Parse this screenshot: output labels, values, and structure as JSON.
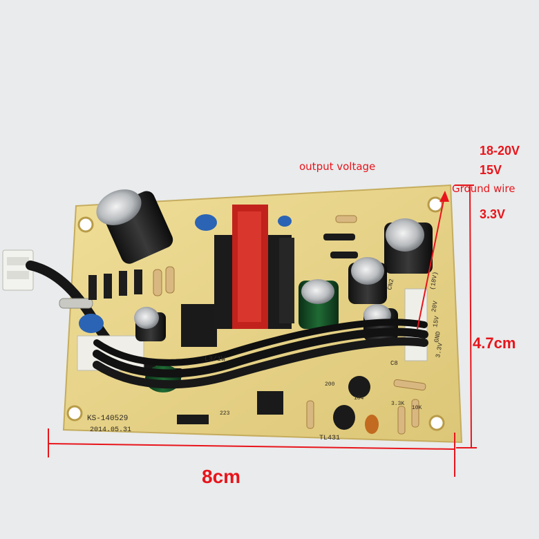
{
  "annotations": {
    "output_voltage": "output voltage",
    "v_18_20": "18-20V",
    "v_15": "15V",
    "ground_wire": "Ground wire",
    "v_3_3": "3.3V",
    "width": "8cm",
    "height": "4.7cm"
  },
  "board_silkscreen": {
    "model": "KS-140529",
    "date": "2014.05.31",
    "transformer": "L3/1W",
    "regulator": "TL431",
    "connector_name": "CN2",
    "connector_pins": [
      "(18V)",
      "20V",
      "15V",
      "GND",
      "3.3V"
    ],
    "cap_label": "C8",
    "resistor_labels": [
      "200",
      "10K",
      "3.3K",
      "223",
      "104"
    ]
  },
  "colors": {
    "annotation": "#e8141b",
    "board": "#e8d58a",
    "background": "#e9ebec"
  }
}
